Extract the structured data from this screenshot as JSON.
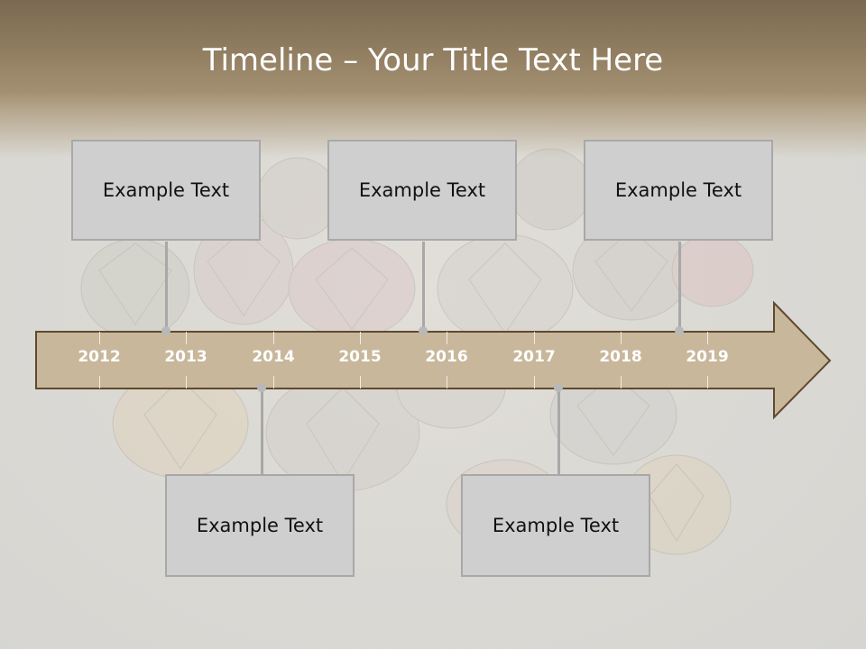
{
  "title": "Timeline – Your Title Text Here",
  "timeline": {
    "years": [
      "2012",
      "2013",
      "2014",
      "2015",
      "2016",
      "2017",
      "2018",
      "2019"
    ],
    "arrow_color": "#c8b79b",
    "arrow_border": "#5e4a2e"
  },
  "events_top": [
    {
      "text": "Example Text"
    },
    {
      "text": "Example Text"
    },
    {
      "text": "Example Text"
    }
  ],
  "events_bottom": [
    {
      "text": "Example Text"
    },
    {
      "text": "Example Text"
    }
  ],
  "colors": {
    "header": "#8b7758",
    "box_fill": "#cfcfcf",
    "box_border": "#a8a8a8"
  }
}
